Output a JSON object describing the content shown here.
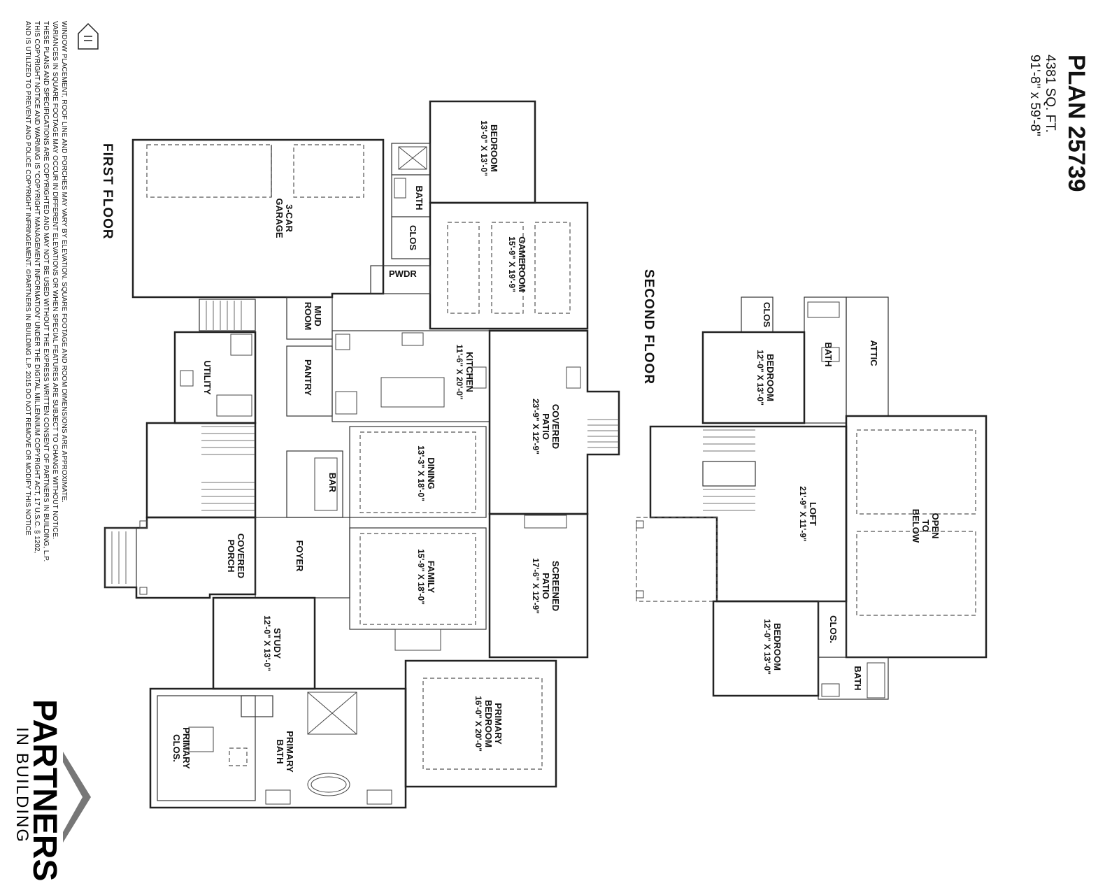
{
  "plan": {
    "title": "PLAN 25739",
    "area": "4381 SQ. FT.",
    "dimensions": "91'-8\" x 59'-8\""
  },
  "floors": {
    "first": "FIRST FLOOR",
    "second": "SECOND FLOOR"
  },
  "rooms": {
    "garage": [
      "3-CAR",
      "GARAGE"
    ],
    "bedroom_rear": [
      "BEDROOM",
      "13'-0\" X 13'-0\""
    ],
    "bath_rear": "BATH",
    "clos_rear": "CLOS",
    "gameroom": [
      "GAMEROOM",
      "15'-9\" X 19'-9\""
    ],
    "pwdr": "PWDR",
    "mud": [
      "MUD",
      "ROOM"
    ],
    "utility": "UTILITY",
    "pantry": "PANTRY",
    "kitchen": [
      "KITCHEN",
      "11'-6\" X 20'-0\""
    ],
    "covered_patio": [
      "COVERED",
      "PATIO",
      "23'-9\" X 12'-9\""
    ],
    "dining": [
      "DINING",
      "13'-3\" X 18'-0\""
    ],
    "bar": "BAR",
    "covered_porch": [
      "COVERED",
      "PORCH"
    ],
    "foyer": "FOYER",
    "family": [
      "FAMILY",
      "15'-9\" X 18'-0\""
    ],
    "screened_patio": [
      "SCREENED",
      "PATIO",
      "17'-6\" X 12'-9\""
    ],
    "study": [
      "STUDY",
      "12'-0\" X 13'-0\""
    ],
    "primary_bedroom": [
      "PRIMARY",
      "BEDROOM",
      "16'-0\" X 20'-0\""
    ],
    "primary_bath": [
      "PRIMARY",
      "BATH"
    ],
    "primary_clos": [
      "PRIMARY",
      "CLOS."
    ],
    "sf_clos": "CLOS",
    "sf_bath_top": "BATH",
    "attic": "ATTIC",
    "sf_bedroom_top": [
      "BEDROOM",
      "12'-0\" X 13'-0\""
    ],
    "loft": [
      "LOFT",
      "21'-9\" X 11'-9\""
    ],
    "open_below": [
      "OPEN",
      "TO",
      "BELOW"
    ],
    "sf_bedroom_bottom": [
      "BEDROOM",
      "12'-0\" X 13'-0\""
    ],
    "sf_clos_bottom": "CLOS.",
    "sf_bath_bottom": "BATH"
  },
  "notes": [
    "WINDOW PLACEMENT, ROOF LINE AND PORCHES MAY VARY BY ELEVATION.  SQUARE FOOTAGE AND ROOM DIMENSIONS ARE APPROXIMATE.",
    "VARIANCES IN SQUARE FOOTAGE MAY OCCUR IN DIFFERENT ELEVATIONS OR WHEN SPECIAL FEATURES ARE SUBJECT TO CHANGE WITHOUT NOTICE.",
    "THESE PLANS AND SPECIFICATIONS ARE COPYRIGHTED AND MAY NOT BE USED WITHOUT THE EXPRESS WRITTEN CONSENT OF PARTNERS IN BUILDING, L.P.",
    "THIS COPYRIGHT NOTICE AND WARNING IS \"COPYRIGHT MANAGEMENT INFORMATION\" UNDER THE DIGITAL MILLENNIUM COPYRIGHT ACT, 17 U.S.C. § 1202,",
    "AND IS UTILIZED TO PREVENT AND POLICE COPYRIGHT INFRINGEMENT.  ©PARTNERS IN BUILDING L.P.  2015  DO NOT REMOVE OR MODIFY THIS NOTICE"
  ],
  "brand": {
    "name": "PARTNERS",
    "sub": "IN BUILDING"
  }
}
